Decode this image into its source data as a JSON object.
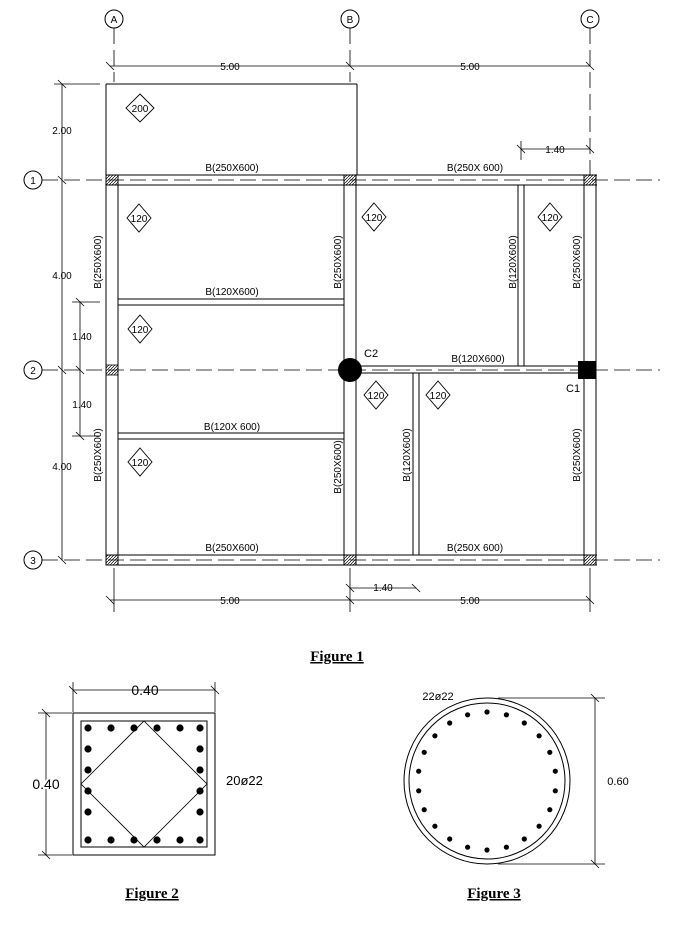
{
  "grid": {
    "columns": [
      "A",
      "B",
      "C"
    ],
    "rows": [
      "1",
      "2",
      "3"
    ]
  },
  "dimensions": {
    "top_ab": "5.00",
    "top_bc": "5.00",
    "bottom_ab": "5.00",
    "bottom_bc": "5.00",
    "cantilever": "2.00",
    "span_12": "4.00",
    "span_23": "4.00",
    "upper_offset": "1.40",
    "lower_offset": "1.40",
    "right_offset": "1.40",
    "bottom_offset": "1.40"
  },
  "beams": {
    "row1_ab": "B(250X600)",
    "row1_bc": "B(250X 600)",
    "row3_ab": "B(250X600)",
    "row3_bc": "B(250X 600)",
    "sec_upper": "B(120X600)",
    "sec_lower": "B(120X 600)",
    "sec_2c": "B(120X600)",
    "colA_upper": "B(250X600)",
    "colA_lower": "B(250X600)",
    "colB_upper": "B(250X600)",
    "colB_lower": "B(250X600)",
    "colC_upper": "B(250X600)",
    "colC_lower": "B(250X600)",
    "vert_upper": "B(120X600)",
    "vert_lower": "B(120X600)"
  },
  "slabs": [
    "200",
    "120",
    "120",
    "120",
    "120",
    "120",
    "120",
    "120"
  ],
  "columns": {
    "c1": "C1",
    "c2": "C2"
  },
  "figures": {
    "fig1_caption": "Figure 1",
    "fig2_caption": "Figure 2",
    "fig3_caption": "Figure 3",
    "fig2_width": "0.40",
    "fig2_height": "0.40",
    "fig2_rebar": "20ø22",
    "fig3_rebar": "22ø22",
    "fig3_diameter": "0.60"
  }
}
